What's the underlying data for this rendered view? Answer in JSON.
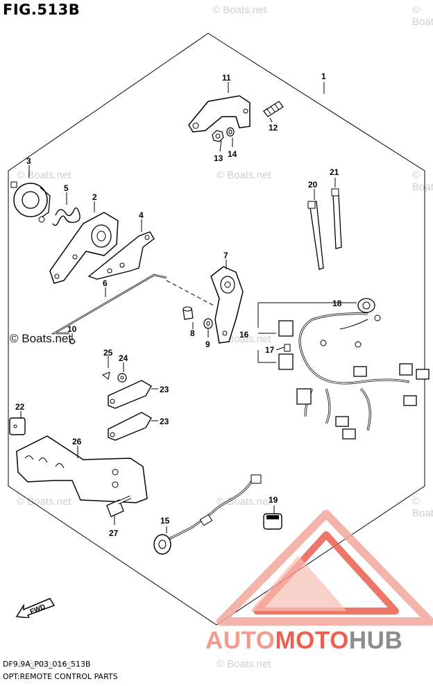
{
  "header": {
    "figure_title": "FIG.513B"
  },
  "footer": {
    "model_code": "DF9.9A_P03_016_513B",
    "caption": "OPT:REMOTE CONTROL PARTS"
  },
  "watermarks": {
    "text": "© Boats.net",
    "dark_text": "© Boats.net"
  },
  "brand": {
    "part1": "AUTO",
    "part2": "MOTO",
    "part3": "HUB",
    "color_light": "#f39a8d",
    "color_main": "#ea5f4e",
    "color_gray": "#8c8c8c"
  },
  "fwd_badge": {
    "text": "FWD",
    "icon": "forward-arrow-icon"
  },
  "part_labels": {
    "p1": "1",
    "p2": "2",
    "p3": "3",
    "p4": "4",
    "p5": "5",
    "p6": "6",
    "p7": "7",
    "p8": "8",
    "p9": "9",
    "p10": "10",
    "p11": "11",
    "p12": "12",
    "p13": "13",
    "p14": "14",
    "p15": "15",
    "p16": "16",
    "p17": "17",
    "p18": "18",
    "p19": "19",
    "p20": "20",
    "p21": "21",
    "p22": "22",
    "p23a": "23",
    "p23b": "23",
    "p24": "24",
    "p25": "25",
    "p26": "26",
    "p27": "27"
  }
}
